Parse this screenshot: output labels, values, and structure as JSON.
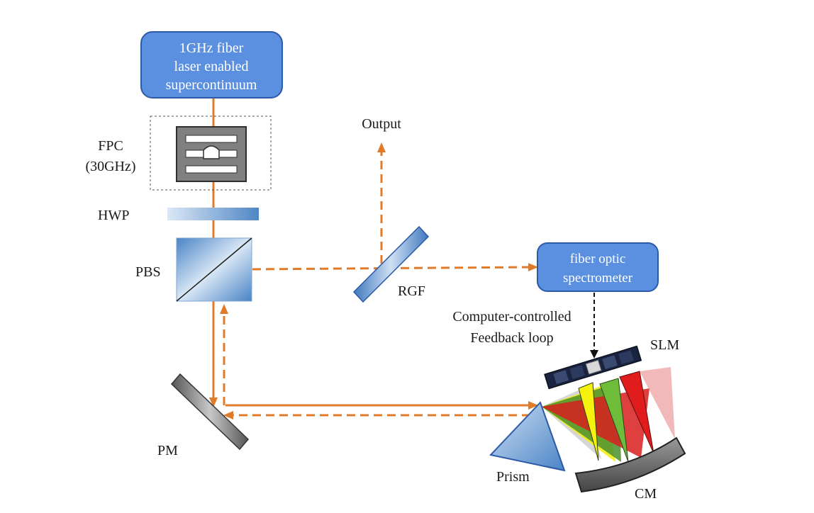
{
  "source_box": {
    "lines": [
      "1GHz fiber",
      "laser enabled",
      "supercontinuum"
    ]
  },
  "spectrometer_box": {
    "lines": [
      "fiber optic",
      "spectrometer"
    ]
  },
  "labels": {
    "fpc_line1": "FPC",
    "fpc_line2": "(30GHz)",
    "hwp": "HWP",
    "pbs": "PBS",
    "output": "Output",
    "rgf": "RGF",
    "feedback_line1": "Computer-controlled",
    "feedback_line2": "Feedback loop",
    "slm": "SLM",
    "pm": "PM",
    "prism": "Prism",
    "cm": "CM"
  },
  "colors": {
    "beam": "#e07b2a",
    "box_fill": "#5b8fe0",
    "box_border": "#2c5aa8",
    "fpc_gray": "#808080",
    "feedback_arrow": "#111111"
  }
}
